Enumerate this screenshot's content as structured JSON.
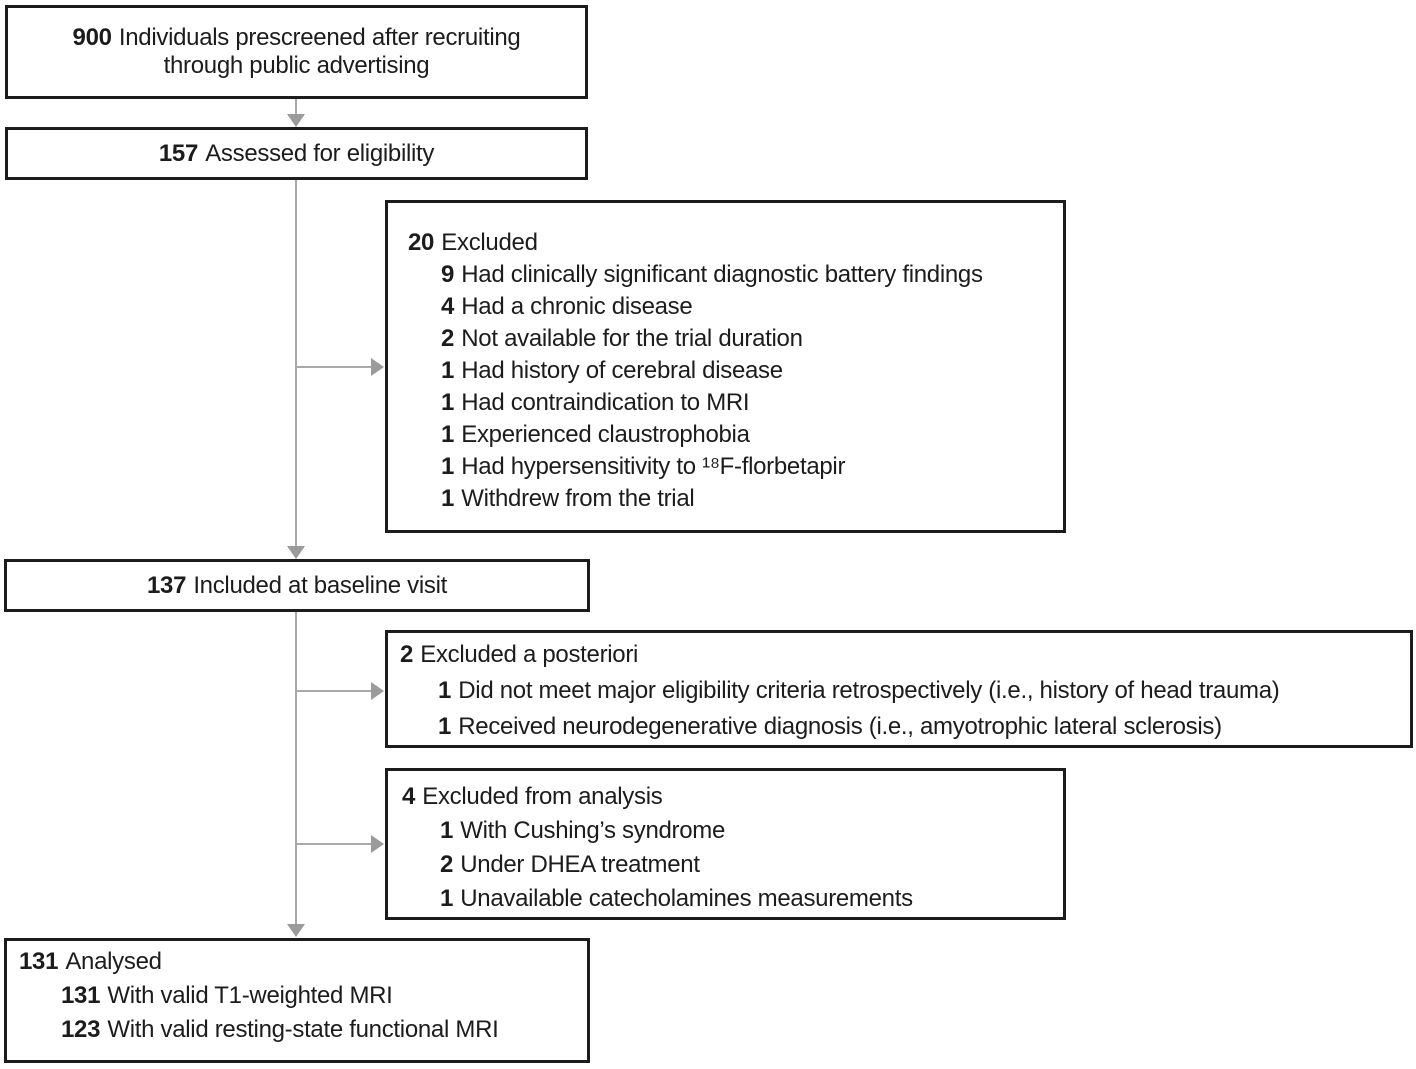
{
  "diagram": {
    "prescreened": {
      "count": "900",
      "label": "Individuals prescreened after recruiting through public advertising"
    },
    "assessed": {
      "count": "157",
      "label": "Assessed for eligibility"
    },
    "excluded_eligibility": {
      "count": "20",
      "label": "Excluded",
      "items": [
        {
          "count": "9",
          "label": "Had clinically significant diagnostic battery findings"
        },
        {
          "count": "4",
          "label": "Had a chronic disease"
        },
        {
          "count": "2",
          "label": "Not available for the trial duration"
        },
        {
          "count": "1",
          "label": "Had history of cerebral disease"
        },
        {
          "count": "1",
          "label": "Had contraindication to MRI"
        },
        {
          "count": "1",
          "label": "Experienced claustrophobia"
        },
        {
          "count": "1",
          "label": "Had hypersensitivity to ¹⁸F-florbetapir"
        },
        {
          "count": "1",
          "label": "Withdrew from the trial"
        }
      ]
    },
    "baseline": {
      "count": "137",
      "label": "Included at baseline visit"
    },
    "excluded_posteriori": {
      "count": "2",
      "label": "Excluded a posteriori",
      "items": [
        {
          "count": "1",
          "label": "Did not meet major eligibility criteria retrospectively (i.e., history of head trauma)"
        },
        {
          "count": "1",
          "label": "Received neurodegenerative diagnosis (i.e., amyotrophic lateral sclerosis)"
        }
      ]
    },
    "excluded_analysis": {
      "count": "4",
      "label": "Excluded from analysis",
      "items": [
        {
          "count": "1",
          "label": "With Cushing’s syndrome"
        },
        {
          "count": "2",
          "label": "Under DHEA treatment"
        },
        {
          "count": "1",
          "label": "Unavailable catecholamines measurements"
        }
      ]
    },
    "analysed": {
      "count": "131",
      "label": "Analysed",
      "items": [
        {
          "count": "131",
          "label": "With valid T1-weighted MRI"
        },
        {
          "count": "123",
          "label": "With valid resting-state functional MRI"
        }
      ]
    }
  },
  "colors": {
    "border": "#1c1c1c",
    "text": "#1c1c1c",
    "arrow_line": "#a9a9a9",
    "arrow_head": "#9b9b9b",
    "background": "#ffffff"
  }
}
